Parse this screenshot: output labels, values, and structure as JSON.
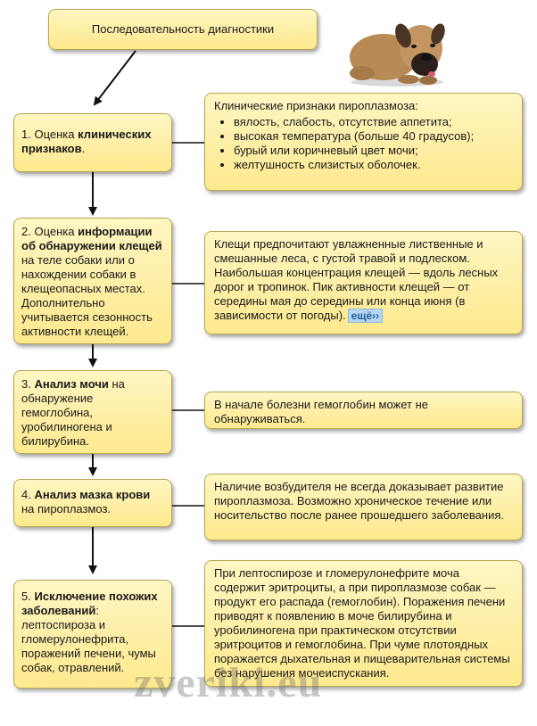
{
  "title": "Последовательность диагностики",
  "steps": [
    {
      "num": "1.",
      "pre": "Оценка ",
      "bold": "клинических признаков",
      "post": "."
    },
    {
      "num": "2.",
      "pre": "Оценка ",
      "bold": "информации об обнаружении клещей",
      "post": " на теле собаки или о нахождении собаки в клещеопасных местах. Дополнительно учитывается сезонность активности клещей."
    },
    {
      "num": "3.",
      "pre": "",
      "bold": "Анализ мочи",
      "post": " на обнаружение гемоглобина, уробилиногена и билирубина."
    },
    {
      "num": "4.",
      "pre": "",
      "bold": "Анализ мазка крови",
      "post": " на пироплазмоз."
    },
    {
      "num": "5.",
      "pre": "",
      "bold": "Исключение похожих заболеваний",
      "post": ": лептоспироза и гломерулонефрита, поражений печени, чумы собак, отравлений."
    }
  ],
  "notes": {
    "n1": {
      "heading": "Клинические признаки пироплазмоза:",
      "items": [
        "вялость, слабость, отсутствие аппетита;",
        "высокая температура (больше 40 градусов);",
        "бурый или коричневый цвет мочи;",
        "желтушность слизистых оболочек."
      ]
    },
    "n2": {
      "text": "Клещи предпочитают увлажненные лиственные и смешанные леса, с густой травой и подлеском. Наибольшая концентрация клещей — вдоль лесных дорог и тропинок. Пик активности клещей — от середины мая до середины или конца июня (в зависимости от погоды).",
      "more": "ещё››"
    },
    "n3": {
      "text": "В начале болезни гемоглобин может не обнаруживаться."
    },
    "n4": {
      "text": "Наличие возбудителя не всегда доказывает развитие пироплазмоза. Возможно хроническое течение или носительство после ранее прошедшего заболевания."
    },
    "n5": {
      "text": "При лептоспирозе и гломерулонефрите моча содержит эритроциты, а при пироплазмозе собак — продукт его распада (гемоглобин). Поражения печени приводят к появлению в моче билирубина и уробилиногена при практическом отсутствии эритроцитов и гемоглобина. При чуме плотоядных поражается дыхательная и пищеварительная системы без нарушения мочеиспускания."
    }
  },
  "watermark": "zveriki.eu"
}
